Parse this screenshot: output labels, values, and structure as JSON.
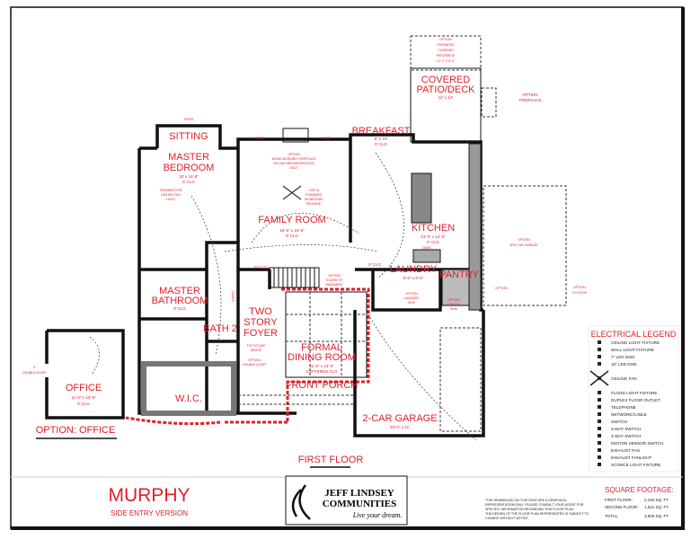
{
  "plan": {
    "floor_label": "FIRST FLOOR",
    "option_office": "OPTION: OFFICE",
    "rooms": {
      "sitting": "SITTING",
      "master_bedroom": [
        "MASTER",
        "BEDROOM"
      ],
      "master_bedroom_dim": "15' x 16'-6\"",
      "master_bedroom_clg": "9' CLG",
      "prewire": [
        "PREWIRE FOR",
        "CEILING FAN",
        "LIGHT"
      ],
      "family_room": "FAMILY ROOM",
      "family_room_dim": "18'-6\" x 16'-6\"",
      "family_room_clg": "9' CLG",
      "fireplace_note": [
        "OPTION",
        "WOOD BURNING FIREPLACE",
        "*IN GAS NEIGHBORHOODS",
        "ONLY"
      ],
      "bronze_note": [
        "* NOT A",
        "STANDARD",
        "ON BRONZE",
        "PACKAGE"
      ],
      "breakfast": "BREAKFAST",
      "breakfast_dim": "8' X 10'",
      "breakfast_clg": "9' CLG",
      "patio": [
        "COVERED",
        "PATIO/DECK"
      ],
      "patio_dim": "12' x 12'",
      "expanded_patio": [
        "OPTION",
        "EXPANDED",
        "COVERED",
        "PATIO/DECK",
        "12'-0\" X 8'-0\""
      ],
      "option_fireplace": [
        "OPTION",
        "FIREPLACE"
      ],
      "kitchen": "KITCHEN",
      "kitchen_dim": "13'-0\" x 13'-0\"",
      "kitchen_clg": "9' CLG",
      "desk": "DESK",
      "laundry": "LAUNDRY",
      "laundry_dim": "8'-0\" x 8'-6\"",
      "laundry_sink": [
        "OPTION",
        "LAUNDRY",
        "SINK"
      ],
      "pantry": "PANTRY",
      "utility_sink": [
        "OPTION",
        "UTILITY",
        "SINK"
      ],
      "third_garage": [
        "OPTION",
        "3RD CAR GARAGE"
      ],
      "option_door": [
        "OPTION",
        "3.0 DOOR"
      ],
      "option_left": "OPTION",
      "master_bathroom": [
        "MASTER",
        "BATHROOM"
      ],
      "master_bath_clg": "9' CLG",
      "bath2": "BATH 2",
      "wic": "W.I.C.",
      "foyer": [
        "TWO",
        "STORY",
        "FOYER"
      ],
      "to_fixture": [
        "TO FIXTURE",
        "ABOVE"
      ],
      "double_door": [
        "OPTION",
        "DOUBLE DOOR"
      ],
      "coats": "COATS",
      "clg_9": "9' CLG",
      "stairs_basement": [
        "OPTION",
        "STAIRS TO",
        "BASEMENT"
      ],
      "formal_dining": [
        "FORMAL",
        "DINING ROOM"
      ],
      "dining_dim": "11'-6\" x 13'-0\"",
      "dining_clg": "COFFERED CLG",
      "front_porch": "FRONT PORCH",
      "garage": "2-CAR GARAGE",
      "garage_dim": "20'-0\" x 21'",
      "office": "OFFICE",
      "office_dim": "11'-6\" x 13'-6\"",
      "office_clg": "9' CLG",
      "office_door": [
        "3'",
        "DOUBLE DOOR"
      ],
      "fixed": "FIXED"
    }
  },
  "legend": {
    "title": "ELECTRICAL LEGEND",
    "items": [
      {
        "icon": "ceiling-light-icon",
        "label": "CEILING LIGHT FIXTURE"
      },
      {
        "icon": "wall-light-icon",
        "label": "WALL LIGHT FIXTURE"
      },
      {
        "icon": "led-disk-7-icon",
        "label": "7\" LED DISK"
      },
      {
        "icon": "led-disk-10-icon",
        "label": "10\" LED DISK"
      },
      {
        "icon": "ceiling-fan-icon",
        "label": "CEILING FAN"
      },
      {
        "icon": "flood-light-icon",
        "label": "FLOOD LIGHT FIXTURE"
      },
      {
        "icon": "duplex-outlet-icon",
        "label": "DUPLEX FLOOR OUTLET"
      },
      {
        "icon": "telephone-icon",
        "label": "TELEPHONE"
      },
      {
        "icon": "network-cable-icon",
        "label": "NETWORK/CABLE"
      },
      {
        "icon": "switch-icon",
        "label": "SWITCH"
      },
      {
        "icon": "3way-switch-icon",
        "label": "3-WAY SWITCH"
      },
      {
        "icon": "4way-switch-icon",
        "label": "4-WAY SWITCH"
      },
      {
        "icon": "motion-switch-icon",
        "label": "MOTION SENSOR SWITCH"
      },
      {
        "icon": "exhaust-fan-icon",
        "label": "EXHAUST FAN"
      },
      {
        "icon": "exhaust-fanlight-icon",
        "label": "EXHAUST FANLIGHT"
      },
      {
        "icon": "sconce-icon",
        "label": "SCONCE LIGHT FIXTURE"
      }
    ]
  },
  "title_block": {
    "model": "MURPHY",
    "version": "SIDE ENTRY VERSION",
    "logo": {
      "line1": "JEFF LINDSEY",
      "line2": "COMMUNITIES",
      "tagline": "Live your dream."
    },
    "disclaimer": [
      "*THE DRAWING(S) ON THIS PAGE ARE A GRAPHICAL",
      "REPRESENTATION ONLY. PLEASE CONSULT YOUR AGENT FOR",
      "SPECIFIC INFORMATION REGARDING THIS FLOOR PLAN.",
      "THE DESIGN OF THE FLOOR PLAN REPRESENTED IS SUBJECT TO",
      "CHANGE WITHOUT NOTICE."
    ],
    "square_footage": {
      "title": "SQUARE FOOTAGE:",
      "rows": [
        {
          "label": "FIRST FLOOR:",
          "value": "2,194 SQ. FT."
        },
        {
          "label": "SECOND FLOOR:",
          "value": "1,541 SQ. FT."
        },
        {
          "label": "TOTAL:",
          "value": "3,606 SQ. FT."
        }
      ]
    }
  },
  "colors": {
    "accent_red": "#e0202a",
    "wall": "#111111"
  }
}
